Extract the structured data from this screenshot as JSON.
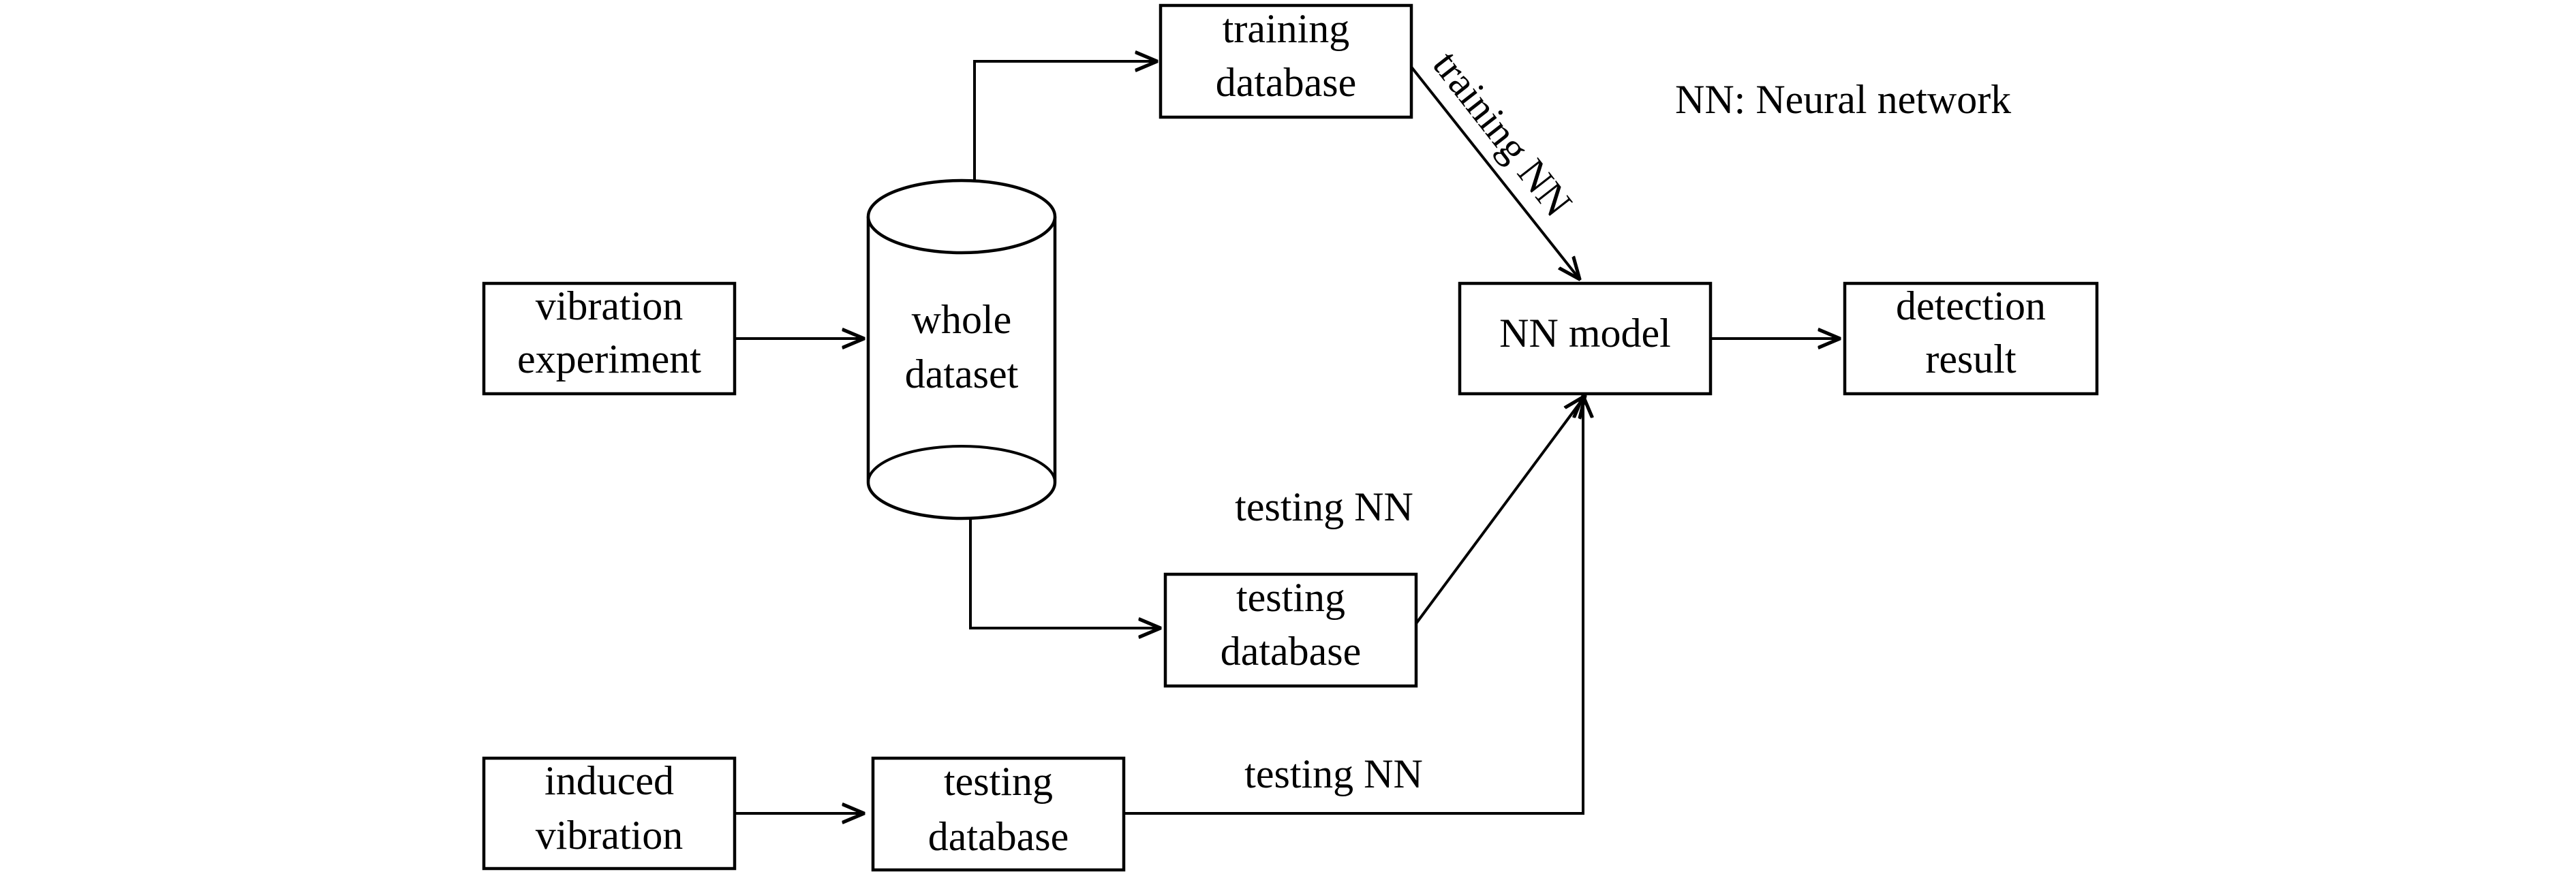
{
  "legend": {
    "text": "NN: Neural network"
  },
  "nodes": {
    "vibration_experiment": {
      "line1": "vibration",
      "line2": "experiment"
    },
    "whole_dataset": {
      "line1": "whole",
      "line2": "dataset"
    },
    "training_database": {
      "line1": "training",
      "line2": "database"
    },
    "testing_database_upper": {
      "line1": "testing",
      "line2": "database"
    },
    "nn_model": {
      "label": "NN model"
    },
    "detection_result": {
      "line1": "detection",
      "line2": "result"
    },
    "induced_vibration": {
      "line1": "induced",
      "line2": "vibration"
    },
    "testing_database_lower": {
      "line1": "testing",
      "line2": "database"
    }
  },
  "edge_labels": {
    "training_nn": "training NN",
    "testing_nn_upper": "testing NN",
    "testing_nn_lower": "testing NN"
  }
}
